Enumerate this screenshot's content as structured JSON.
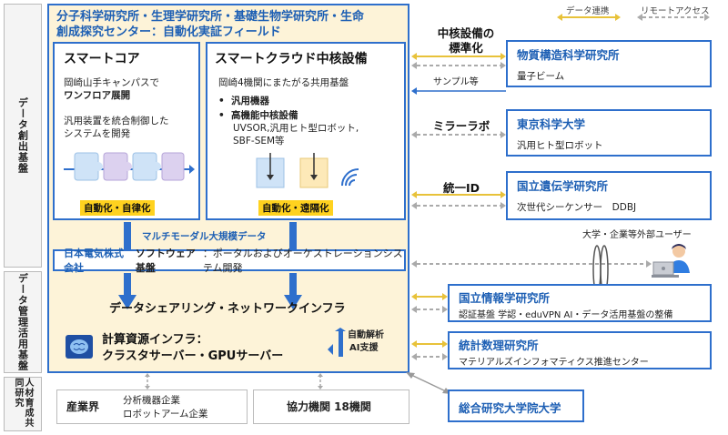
{
  "left_labels": {
    "data_creation": "データ創出基盤",
    "data_management": "データ管理活用基盤",
    "hr_joint": "人材育成共同研究"
  },
  "field": {
    "title_line1": "分子科学研究所・生理学研究所・基礎生物学研究所・生命",
    "title_line2": "創成探究センター：自動化実証フィールド"
  },
  "smart_core": {
    "title": "スマートコア",
    "line1": "岡崎山手キャンパスで",
    "line2": "ワンフロア展開",
    "line3": "汎用装置を統合制御した",
    "line4": "システムを開発",
    "badge": "自動化・自律化"
  },
  "smart_cloud": {
    "title": "スマートクラウド中核設備",
    "line1": "岡崎4機関にまたがる共用基盤",
    "bullet1": "汎用機器",
    "bullet2": "高機能中核設備",
    "line2": "UVSOR,汎用ヒト型ロボット,",
    "line3": "SBF-SEM等",
    "badge": "自動化・遠隔化"
  },
  "multimodal": "マルチモーダル大規模データ",
  "nec": {
    "company": "日本電気株式会社",
    "platform": "ソフトウェア基盤",
    "desc": "：ポータルおよびオーケストレーションシステム開発"
  },
  "infra": {
    "network": "データシェアリング・ネットワークインフラ",
    "compute1": "計算資源インフラ：",
    "compute2": "クラスタサーバー・GPUサーバー",
    "ai1": "自動解析",
    "ai2": "AI支援"
  },
  "middle_labels": {
    "standardization1": "中核設備の",
    "standardization2": "標準化",
    "sample": "サンプル等",
    "mirror": "ミラーラボ",
    "unified_id": "統一ID",
    "external_users": "大学・企業等外部ユーザー"
  },
  "legend": {
    "data_link": "データ連携",
    "remote": "リモートアクセス"
  },
  "institutes": [
    {
      "name": "物質構造科学研究所",
      "sub": "量子ビーム"
    },
    {
      "name": "東京科学大学",
      "sub": "汎用ヒト型ロボット"
    },
    {
      "name": "国立遺伝学研究所",
      "sub": "次世代シーケンサー　DDBJ"
    },
    {
      "name": "国立情報学研究所",
      "sub": "認証基盤 学認・eduVPN AI・データ活用基盤の整備"
    },
    {
      "name": "統計数理研究所",
      "sub": "マテリアルズインフォマティクス推進センター"
    },
    {
      "name": "総合研究大学院大学",
      "sub": ""
    }
  ],
  "bottom": {
    "industry": "産業界",
    "industry_sub1": "分析機器企業",
    "industry_sub2": "ロボットアーム企業",
    "partners": "協力機関 18機関"
  },
  "colors": {
    "accent_blue": "#2e6fcc",
    "field_bg": "#fdf3d8",
    "badge_yellow": "#ffd21f"
  }
}
